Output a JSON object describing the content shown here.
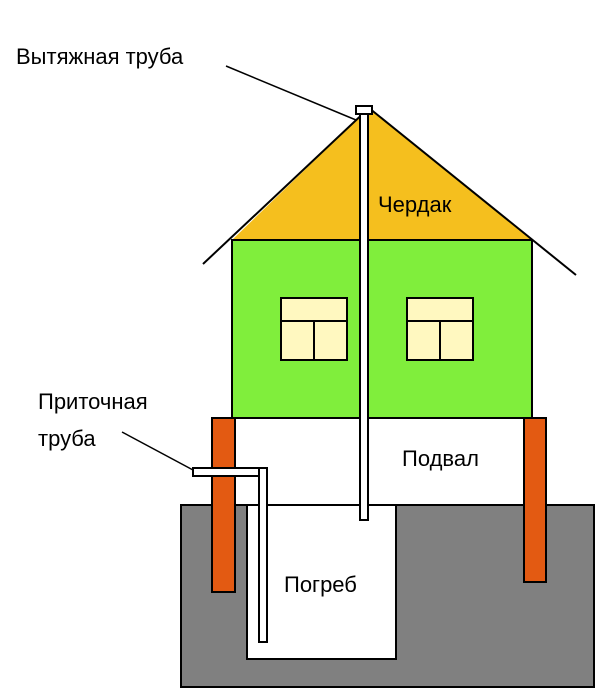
{
  "labels": {
    "exhaust_pipe": "Вытяжная труба",
    "attic": "Чердак",
    "supply_pipe_line1": "Приточная",
    "supply_pipe_line2": "труба",
    "basement": "Подвал",
    "cellar": "Погреб"
  },
  "colors": {
    "roof": "#F5BF1E",
    "walls": "#80EE3C",
    "window": "#FFF8C0",
    "posts": "#E35A12",
    "ground": "#808080",
    "cellar": "#FFFFFF",
    "outline": "#000000"
  }
}
